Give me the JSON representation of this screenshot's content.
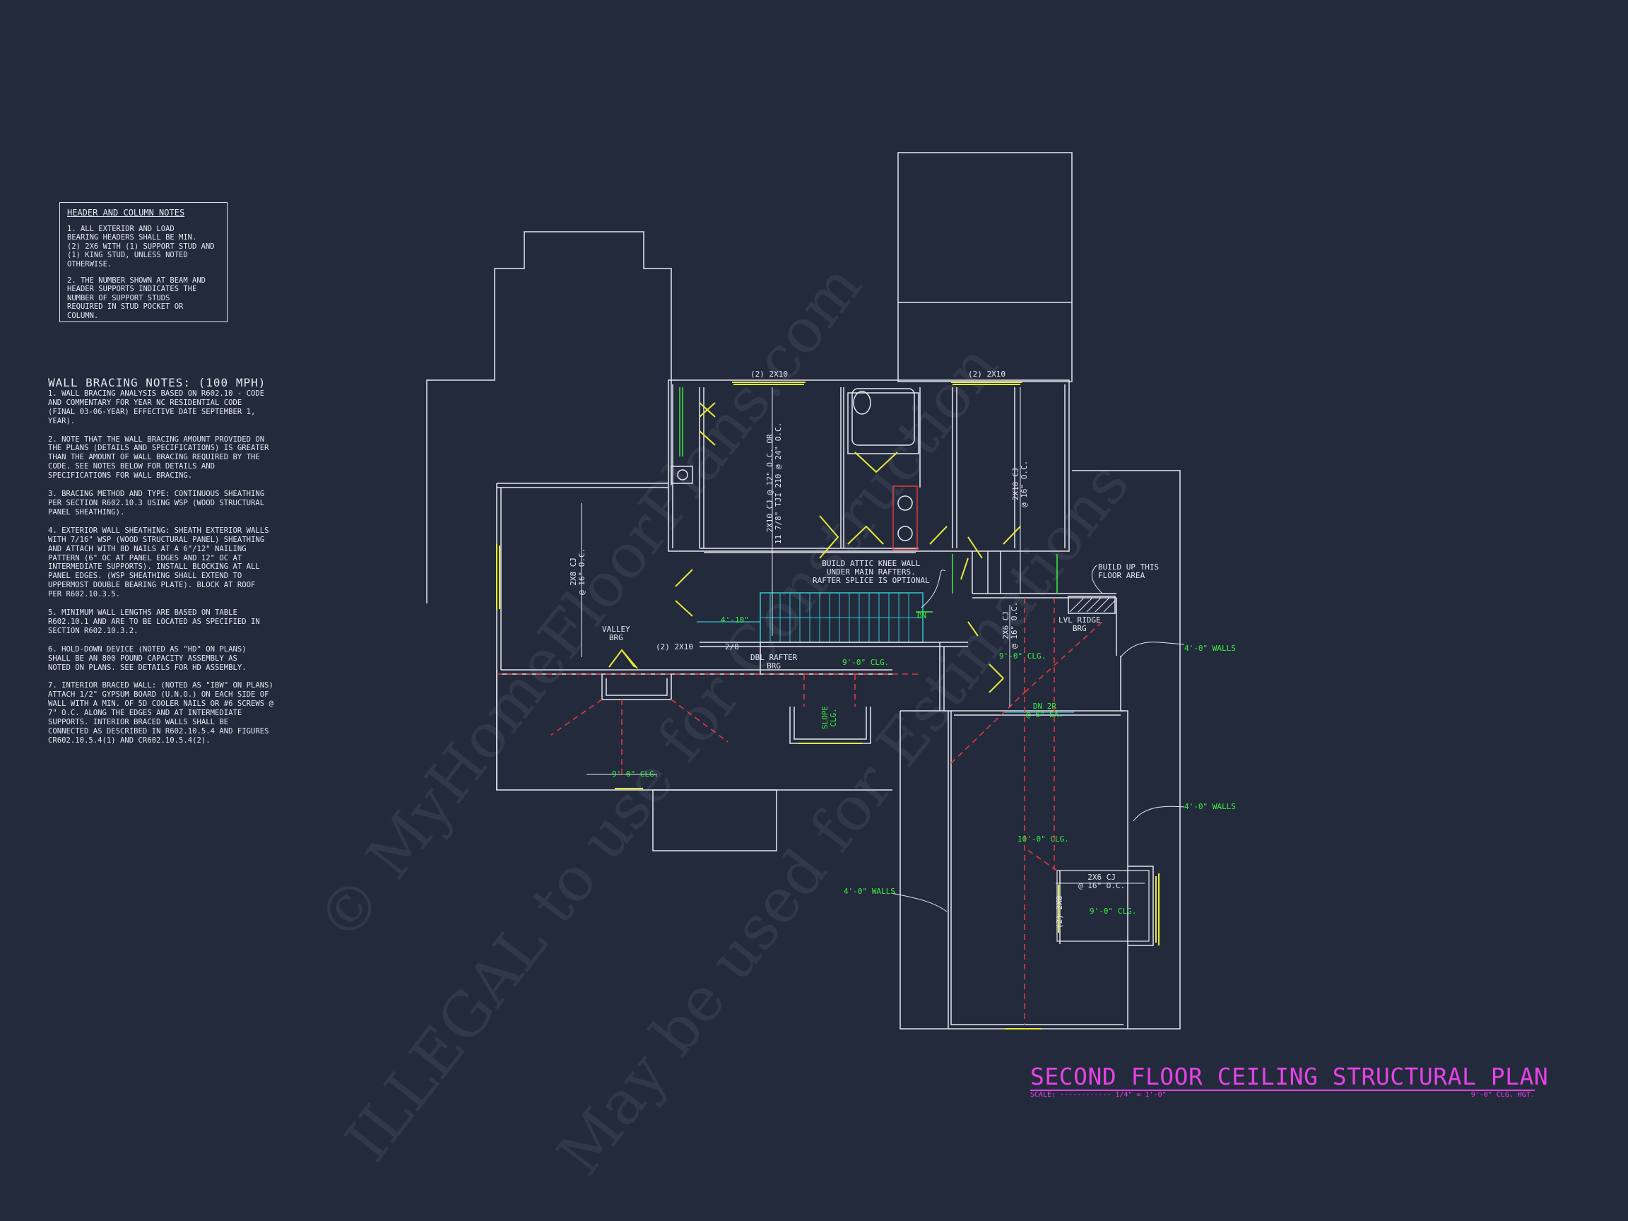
{
  "header_column_notes": {
    "title": "HEADER AND COLUMN NOTES",
    "notes": [
      "1. ALL EXTERIOR AND LOAD\nBEARING HEADERS SHALL BE MIN.\n(2) 2x6 WITH (1) SUPPORT STUD AND\n(1) KING STUD, UNLESS NOTED\nOTHERWISE.",
      "2. THE NUMBER SHOWN AT BEAM AND\nHEADER SUPPORTS INDICATES THE\nNUMBER OF SUPPORT STUDS\nREQUIRED IN STUD POCKET OR\nCOLUMN."
    ]
  },
  "wall_bracing_notes": {
    "title": "WALL BRACING NOTES: (100 MPH)",
    "notes": [
      "1. WALL BRACING ANALYSIS BASED ON R602.10 - CODE\nAND COMMENTARY FOR YEAR NC RESIDENTIAL CODE\n(FINAL 03-06-YEAR) EFFECTIVE DATE SEPTEMBER 1,\nYEAR).",
      "2. NOTE THAT THE WALL BRACING AMOUNT PROVIDED ON\nTHE PLANS (DETAILS AND SPECIFICATIONS) IS GREATER\nTHAN THE AMOUNT OF WALL BRACING REQUIRED BY THE\nCODE. SEE NOTES BELOW FOR DETAILS AND\nSPECIFICATIONS FOR WALL BRACING.",
      "3. BRACING METHOD AND TYPE: CONTINUOUS SHEATHING\nPER SECTION R602.10.3 USING WSP (WOOD STRUCTURAL\nPANEL SHEATHING).",
      "4. EXTERIOR WALL SHEATHING: SHEATH EXTERIOR WALLS\nWITH 7/16\" WSP (WOOD STRUCTURAL PANEL) SHEATHING\nAND ATTACH WITH 8d NAILS AT A 6\"/12\" NAILING\nPATTERN (6\" OC AT PANEL EDGES AND 12\" OC AT\nINTERMEDIATE SUPPORTS). INSTALL BLOCKING AT ALL\nPANEL EDGES. (WSP SHEATHING SHALL EXTEND TO\nUPPERMOST DOUBLE BEARING PLATE). BLOCK AT ROOF\nPER R602.10.3.5.",
      "5. MINIMUM WALL LENGTHS ARE BASED ON TABLE\nR602.10.1 AND ARE TO BE LOCATED AS SPECIFIED IN\nSECTION R602.10.3.2.",
      "6. HOLD-DOWN DEVICE (NOTED AS \"HD\" ON PLANS)\nSHALL BE AN 800 POUND CAPACITY ASSEMBLY AS\nNOTED ON PLANS. SEE DETAILS FOR HD ASSEMBLY.",
      "7. INTERIOR BRACED WALL: (NOTED AS \"IBW\" ON PLANS)\nATTACH 1/2\" GYPSUM BOARD (U.N.O.) ON EACH SIDE OF\nWALL WITH A MIN. OF 5d COOLER NAILS OR #6 SCREWS @\n7\" O.C. ALONG THE EDGES AND AT INTERMEDIATE\nSUPPORTS. INTERIOR BRACED WALLS SHALL BE\nCONNECTED AS DESCRIBED IN R602.10.5.4 AND FIGURES\nCR602.10.5.4(1) AND CR602.10.5.4(2)."
    ]
  },
  "plan_labels": {
    "hdr_left": "(2) 2x10",
    "hdr_right": "(2) 2x10",
    "hdr_valley": "(2) 2x10",
    "cj_left": "2x8 CJ\n@ 16\" O.C.",
    "cj_center": "2x10 CJ @ 12\" O.C. OR\n11 7/8\" TJI 210 @ 24\" O.C.",
    "cj_right": "2x10 CJ\n@ 16\" O.C.",
    "cj_mid": "2x6 CJ\n@ 16\" O.C.",
    "cj_lower": "2x6 CJ\n@ 16\" O.C.",
    "knee_wall": "BUILD ATTIC KNEE WALL\nUNDER MAIN RAFTERS.\nRAFTER SPLICE IS OPTIONAL",
    "build_up": "BUILD UP THIS\nFLOOR AREA",
    "lvl_ridge": "LVL RIDGE\nBRG",
    "valley_brg": "VALLEY\nBRG",
    "dbl_rafter": "DBL RAFTER\nBRG",
    "dim_stair": "4'-10\"",
    "beam_2_8": "2/8",
    "dn_label": "DN",
    "dn_2r": "DN 2R\n@ 6\" EA.",
    "slope_clg": "SLOPE\nCLG.",
    "clg_center": "9'-0\" CLG.",
    "clg_right": "9'-0\" CLG.",
    "clg_bottom": "9'-0\" CLG.",
    "clg_10": "10'-0\" CLG.",
    "clg_lower": "9'-0\" CLG.",
    "walls_r1": "4'-0\" WALLS",
    "walls_r2": "4'-0\" WALLS",
    "walls_l": "4'-0\" WALLS",
    "header_2x8": "(2) 2x8"
  },
  "drawing_title": {
    "title": "SECOND FLOOR CEILING STRUCTURAL PLAN",
    "scale": "SCALE: ------------ 1/4\" = 1'-0\"",
    "height": "9'-0\" CLG. HGT."
  },
  "watermark": {
    "line1": "© MyHomeFloorPlans.com",
    "line2": "ILLEGAL to use for Construction",
    "line3": "May be used for Estimations"
  },
  "colors": {
    "background": "#222a3c",
    "lines": "#e6e8ee",
    "accent_green": "#3cf03c",
    "accent_yellow": "#e8e83a",
    "accent_red": "#e03a3a",
    "accent_cyan": "#33c7cf",
    "title_magenta": "#e642e6"
  }
}
